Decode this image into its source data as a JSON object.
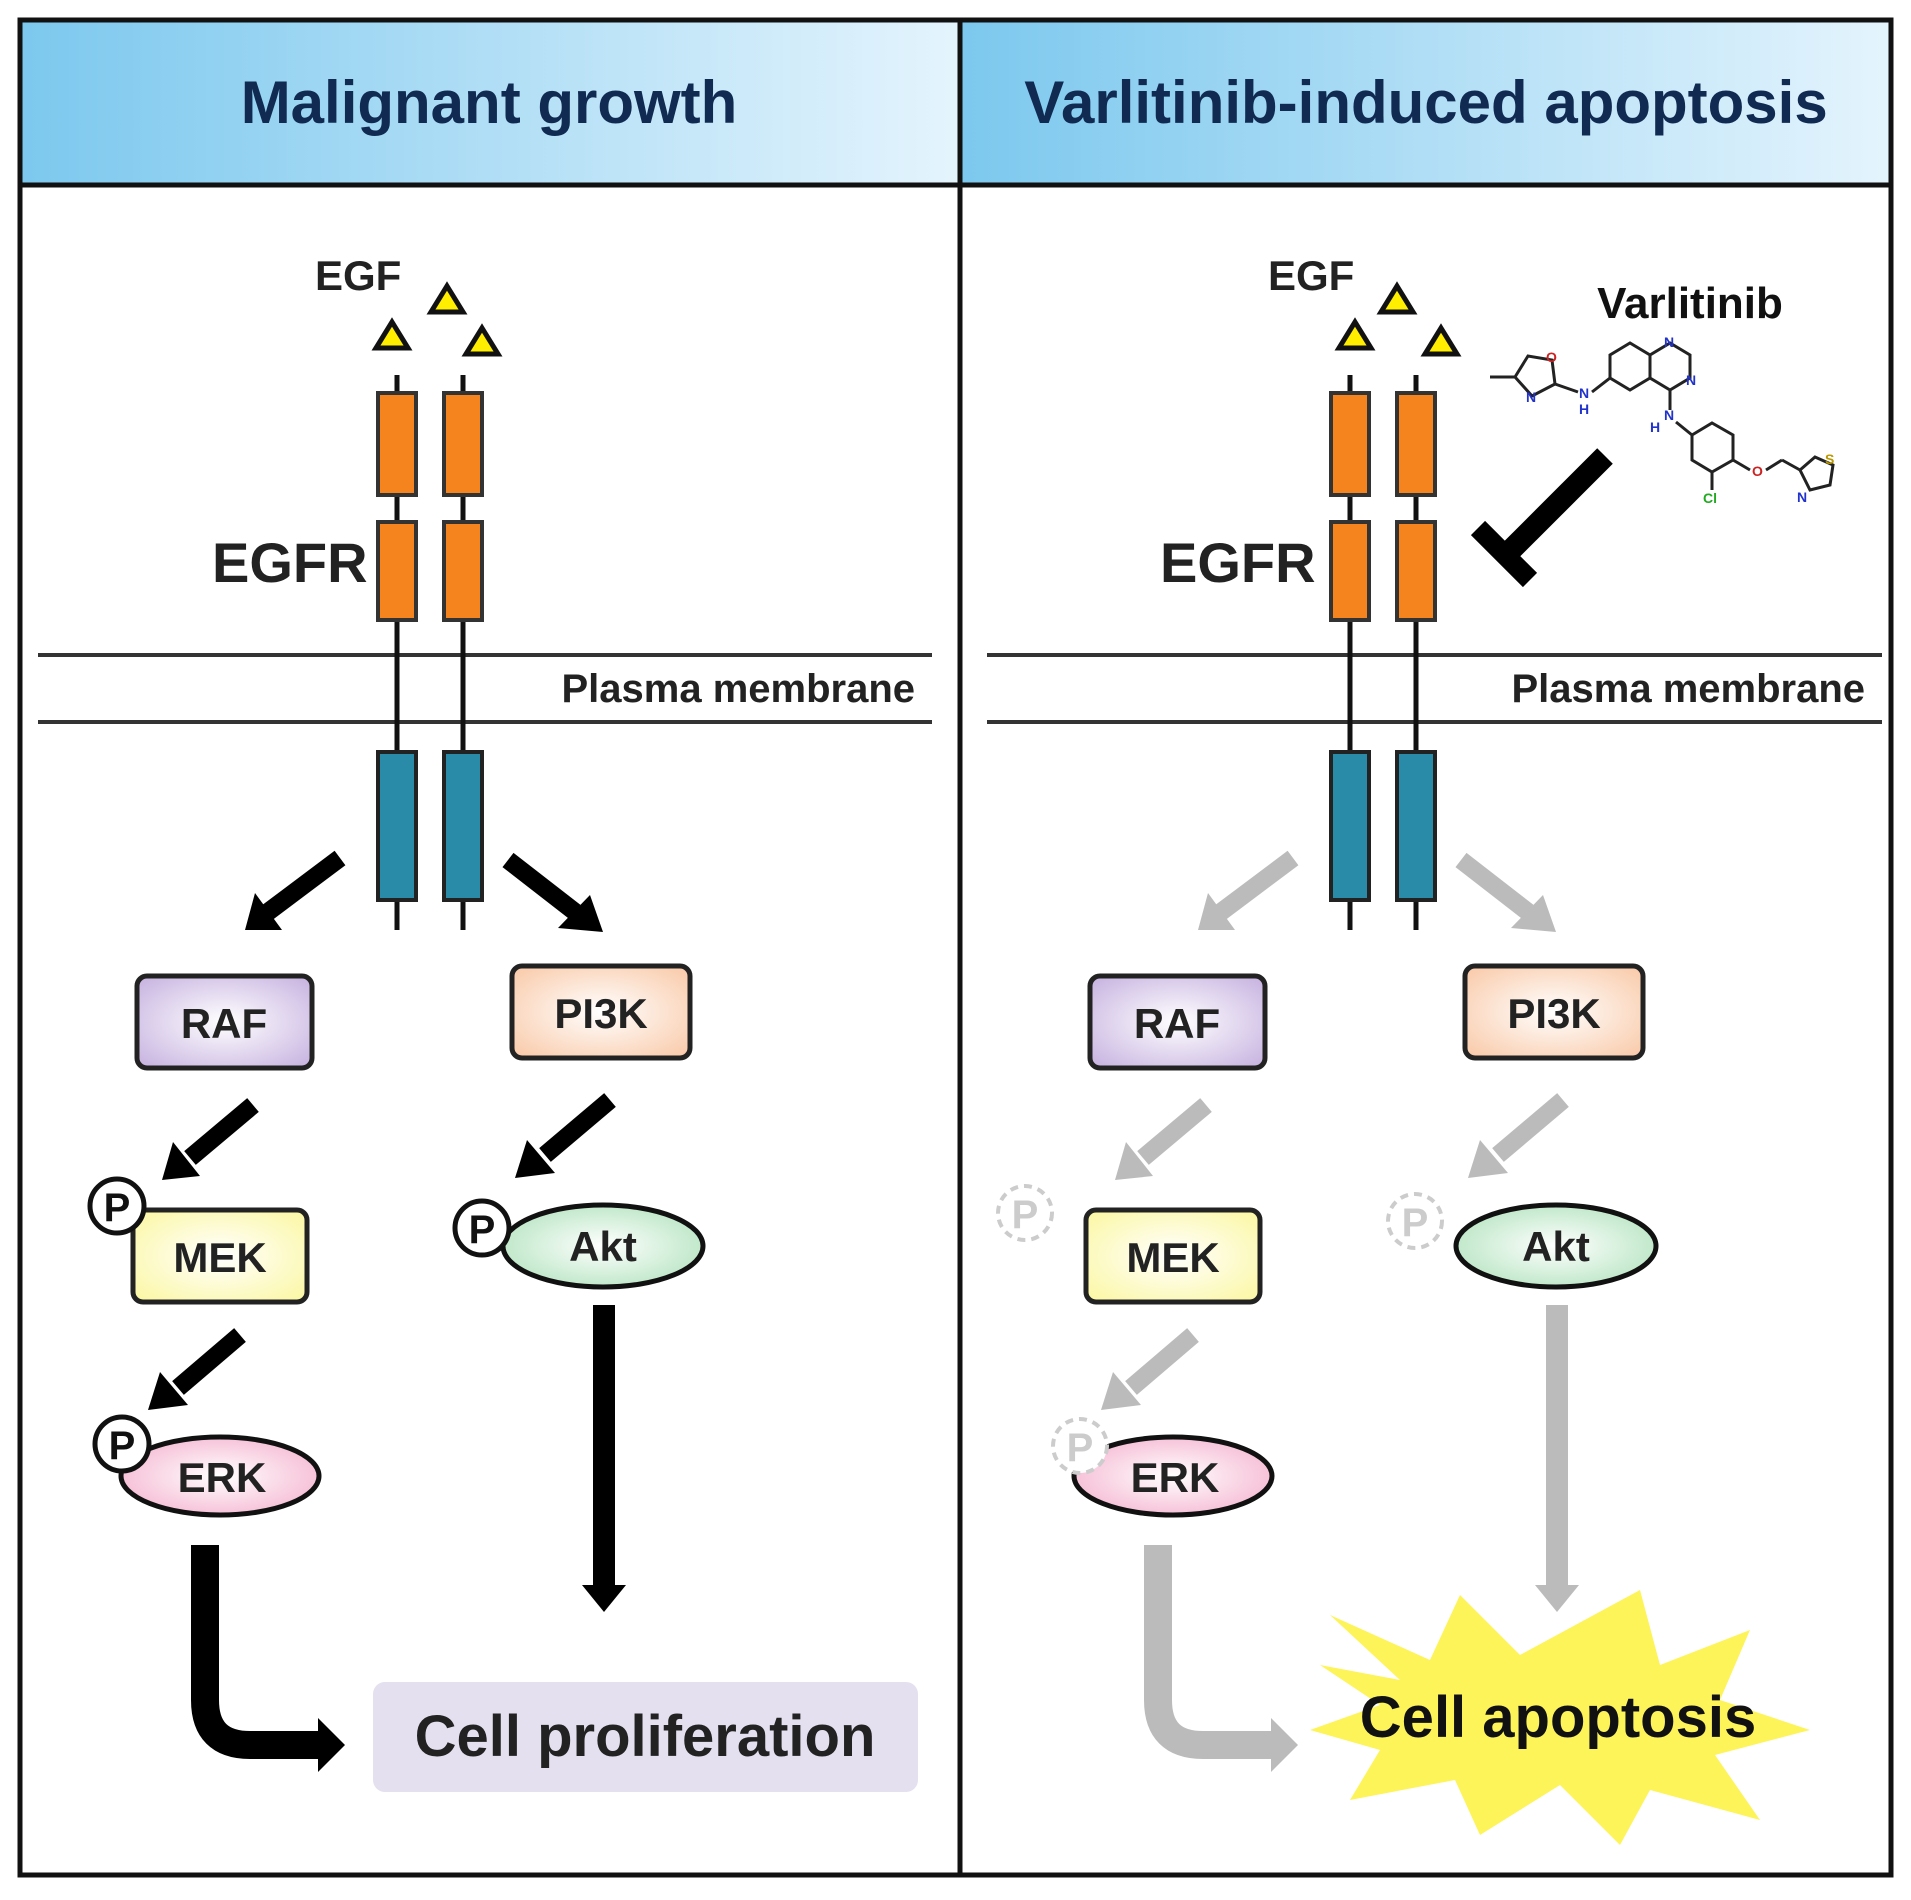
{
  "panels": {
    "left": {
      "header": "Malignant growth",
      "ligand": "EGF",
      "receptor": "EGFR",
      "membrane": "Plasma membrane",
      "nodes": {
        "raf": "RAF",
        "pi3k": "PI3K",
        "mek": "MEK",
        "akt": "Akt",
        "erk": "ERK"
      },
      "phospho": "P",
      "outcome": "Cell proliferation"
    },
    "right": {
      "header": "Varlitinib-induced apoptosis",
      "ligand": "EGF",
      "receptor": "EGFR",
      "membrane": "Plasma membrane",
      "nodes": {
        "raf": "RAF",
        "pi3k": "PI3K",
        "mek": "MEK",
        "akt": "Akt",
        "erk": "ERK"
      },
      "phospho": "P",
      "drug": "Varlitinib",
      "outcome": "Cell apoptosis",
      "structure_atoms": {
        "o1": "O",
        "n1": "N",
        "nh1": "N",
        "h1": "H",
        "n2": "N",
        "n3": "N",
        "nh2": "N",
        "h2": "H",
        "o2": "O",
        "cl": "Cl",
        "s": "S",
        "n4": "N"
      }
    }
  },
  "colors": {
    "header_gradient": [
      "#7cc8ee",
      "#e4f4fd"
    ],
    "receptor_extra": "#f5841f",
    "receptor_intra": "#2a8ba8",
    "egf": "#ffee00",
    "raf": "#c5b0df",
    "pi3k": "#f9c8a6",
    "mek": "#fbf7a0",
    "akt": "#a8dfb5",
    "erk": "#f3a9c8",
    "proliferation_bg": "#e5e0ef",
    "apoptosis_burst": "#fdf45a",
    "inactive": "#bbbbbb"
  }
}
